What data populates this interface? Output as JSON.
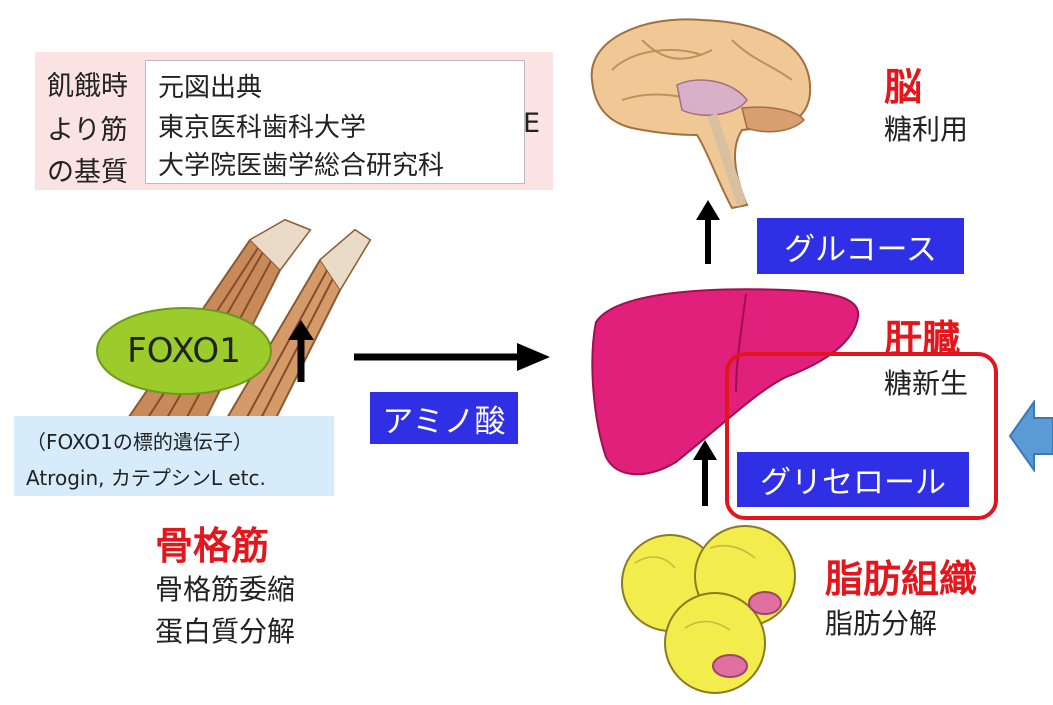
{
  "note": {
    "line1": "飢餓時",
    "line2": "より筋",
    "line3": "の基質",
    "line2_tail": "E"
  },
  "credit": {
    "line1": "元図出典",
    "line2": "東京医科歯科大学",
    "line3": "大学院医歯学総合研究科"
  },
  "muscle": {
    "gene_label": "FOXO1",
    "targets_title": "（FOXO1の標的遺伝子）",
    "targets_list": "Atrogin, カテプシンL etc.",
    "name": "骨格筋",
    "desc1": "骨格筋委縮",
    "desc2": "蛋白質分解"
  },
  "flows": {
    "amino_acid": "アミノ酸",
    "glucose": "グルコース",
    "glycerol": "グリセロール"
  },
  "brain": {
    "name": "脳",
    "desc": "糖利用"
  },
  "liver": {
    "name": "肝臓",
    "desc": "糖新生"
  },
  "fat": {
    "name": "脂肪組織",
    "desc": "脂肪分解"
  },
  "colors": {
    "label_blue": "#2f2fe6",
    "title_red": "#e4161c",
    "liver_pink": "#e0207a",
    "fat_yellow": "#f2ec4c",
    "foxo_green": "#9ccc2c",
    "muscle_tan": "#c98a5a"
  }
}
